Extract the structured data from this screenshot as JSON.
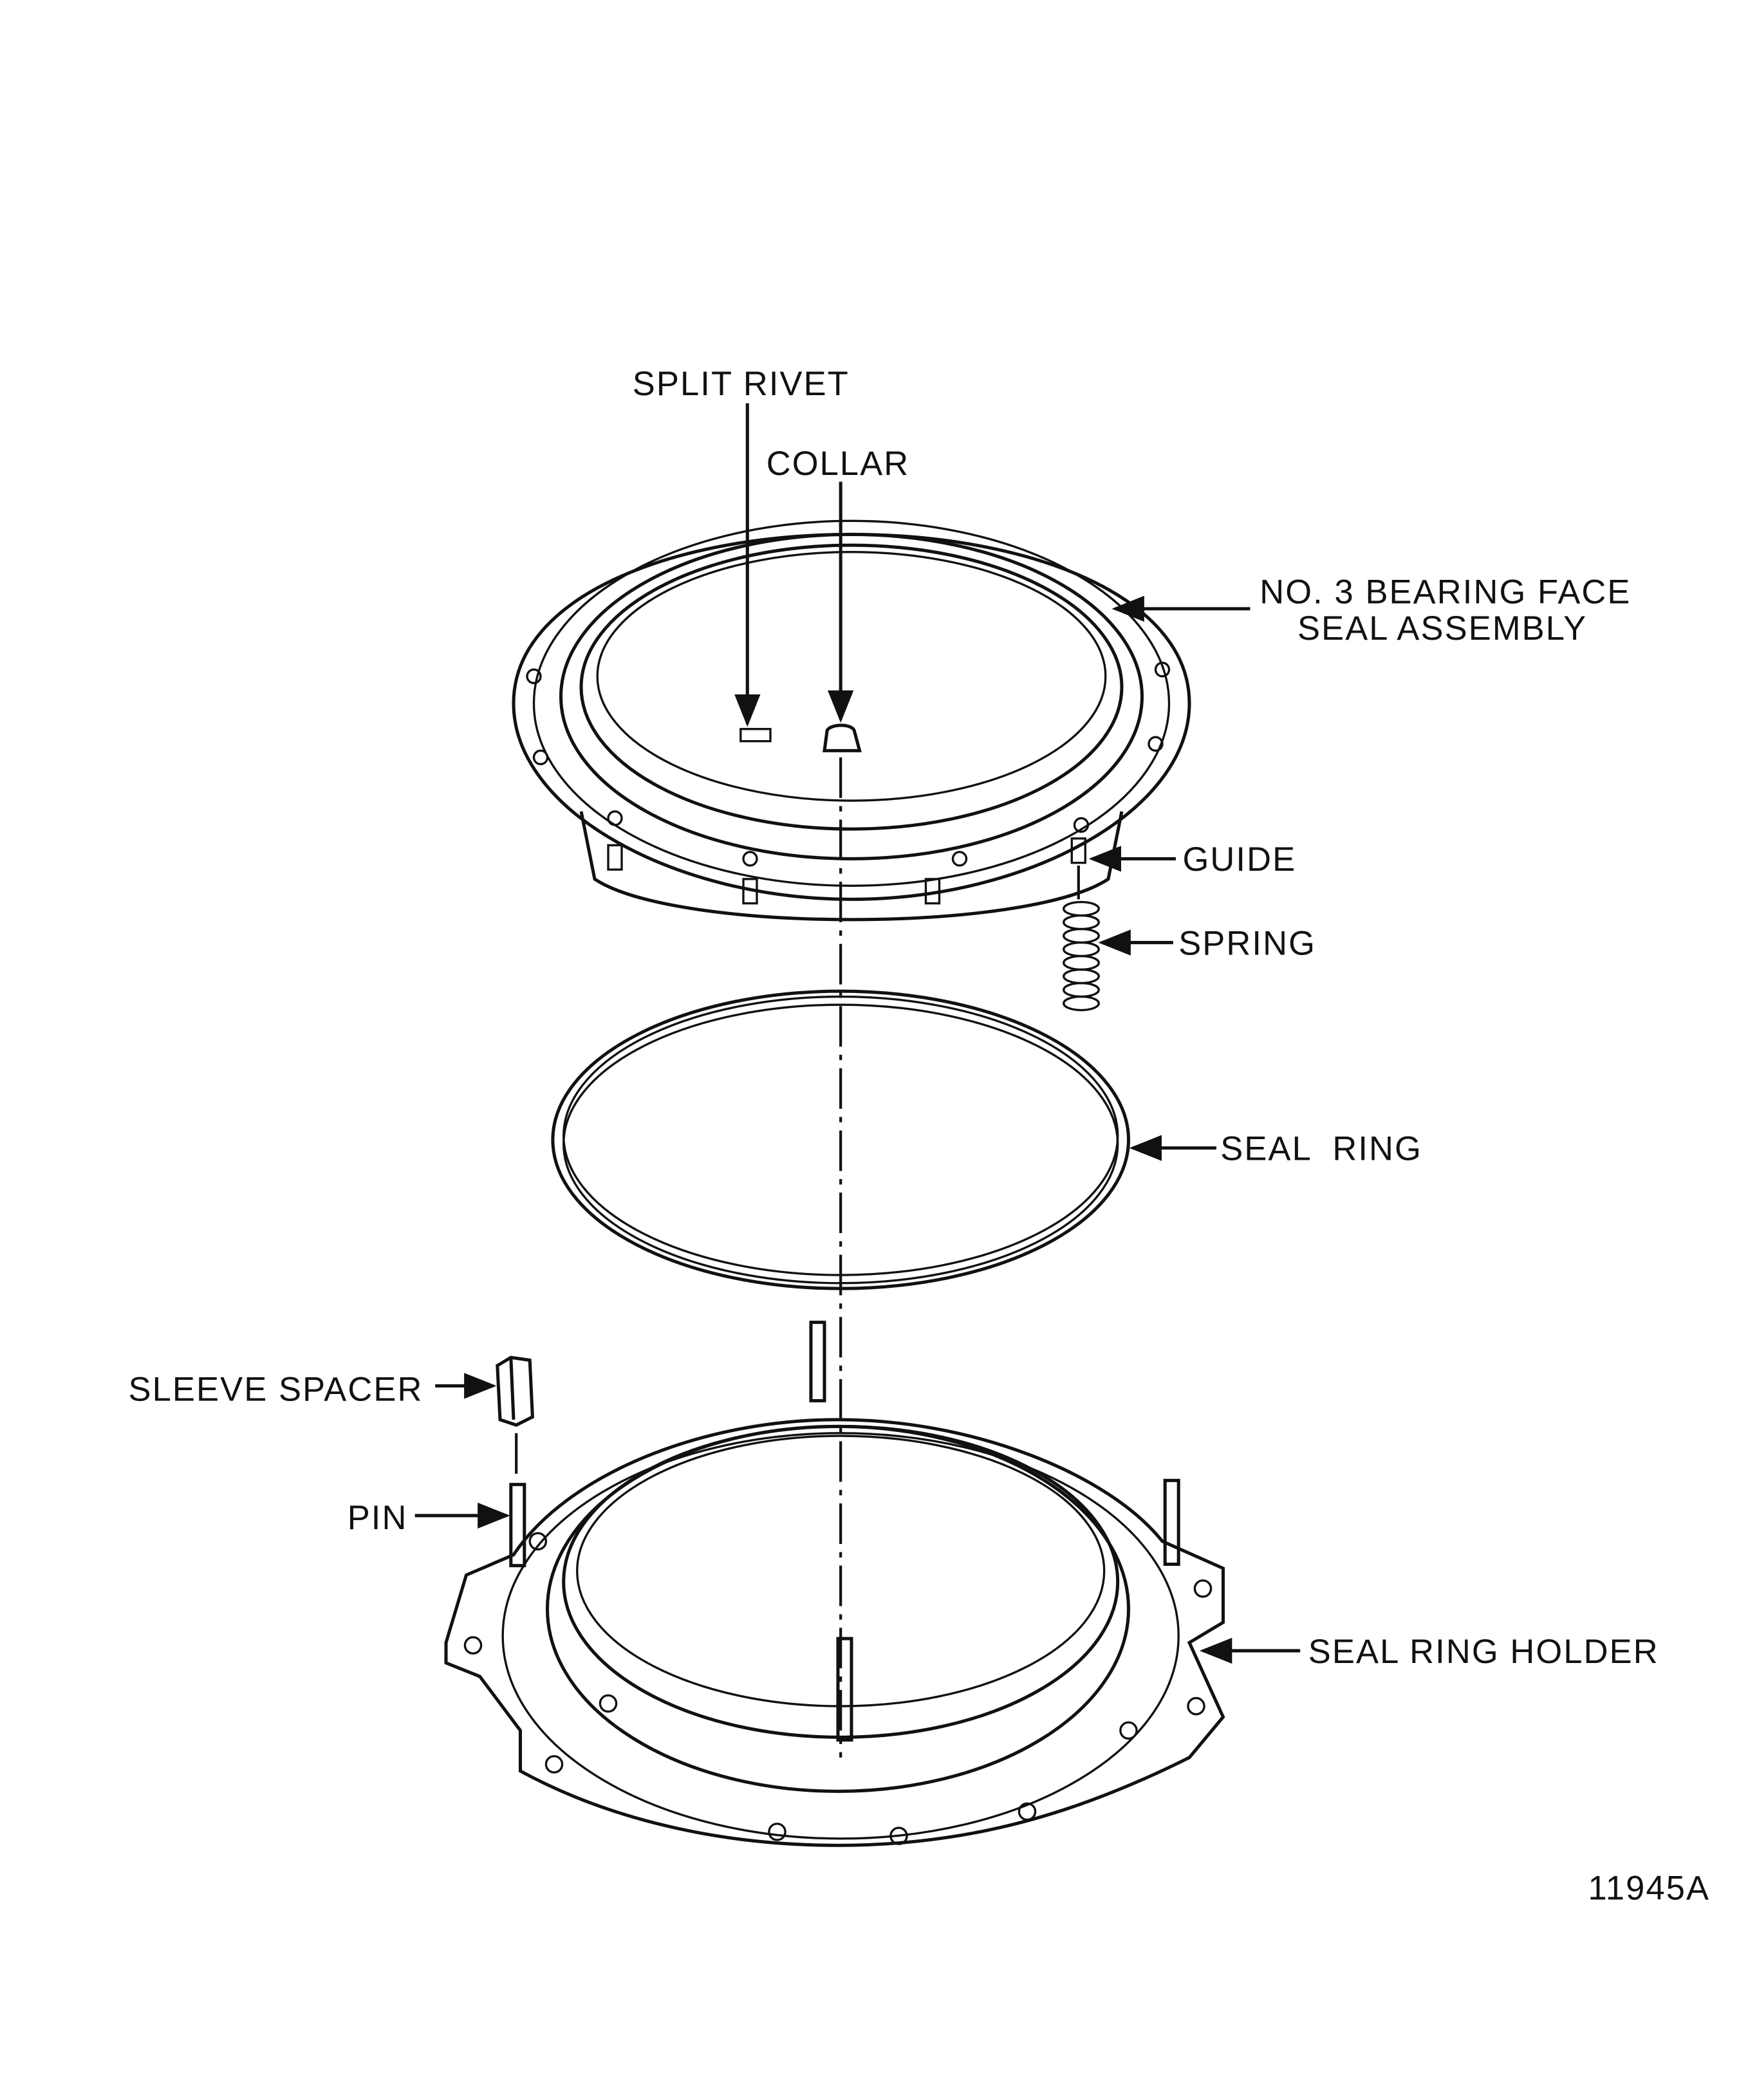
{
  "labels": {
    "split_rivet": "SPLIT RIVET",
    "collar": "COLLAR",
    "face_seal_line1": "NO. 3 BEARING FACE",
    "face_seal_line2": "SEAL ASSEMBLY",
    "guide": "GUIDE",
    "spring": "SPRING",
    "seal_ring": "SEAL  RING",
    "sleeve_spacer": "SLEEVE SPACER",
    "pin": "PIN",
    "seal_ring_holder": "SEAL RING HOLDER"
  },
  "figure_number": "11945A"
}
